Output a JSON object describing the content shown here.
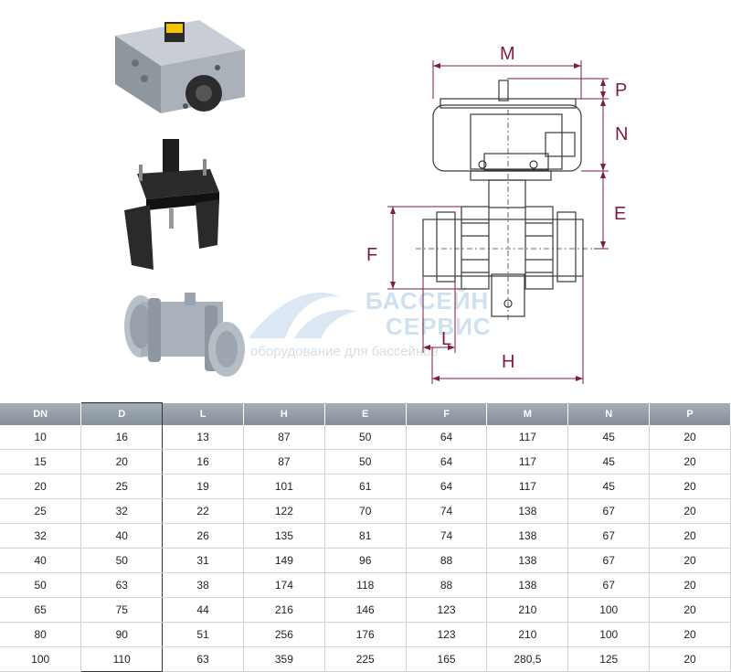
{
  "watermark": {
    "line1": "БАССЕЙН",
    "line2": "СЕРВИС",
    "line3": "оборудование для бассейнов"
  },
  "drawing": {
    "labels": {
      "M": "M",
      "P": "P",
      "N": "N",
      "E": "E",
      "F": "F",
      "L": "L",
      "H": "H"
    },
    "dimension_color": "#7e1d3c"
  },
  "table": {
    "headers": [
      "DN",
      "D",
      "L",
      "H",
      "E",
      "F",
      "M",
      "N",
      "P"
    ],
    "highlighted_column": "D",
    "header_color": "#98a2ac",
    "rows": [
      [
        "10",
        "16",
        "13",
        "87",
        "50",
        "64",
        "117",
        "45",
        "20"
      ],
      [
        "15",
        "20",
        "16",
        "87",
        "50",
        "64",
        "117",
        "45",
        "20"
      ],
      [
        "20",
        "25",
        "19",
        "101",
        "61",
        "64",
        "117",
        "45",
        "20"
      ],
      [
        "25",
        "32",
        "22",
        "122",
        "70",
        "74",
        "138",
        "67",
        "20"
      ],
      [
        "32",
        "40",
        "26",
        "135",
        "81",
        "74",
        "138",
        "67",
        "20"
      ],
      [
        "40",
        "50",
        "31",
        "149",
        "96",
        "88",
        "138",
        "67",
        "20"
      ],
      [
        "50",
        "63",
        "38",
        "174",
        "118",
        "88",
        "138",
        "67",
        "20"
      ],
      [
        "65",
        "75",
        "44",
        "216",
        "146",
        "123",
        "210",
        "100",
        "20"
      ],
      [
        "80",
        "90",
        "51",
        "256",
        "176",
        "123",
        "210",
        "100",
        "20"
      ],
      [
        "100",
        "110",
        "63",
        "359",
        "225",
        "165",
        "280,5",
        "125",
        "20"
      ]
    ]
  }
}
